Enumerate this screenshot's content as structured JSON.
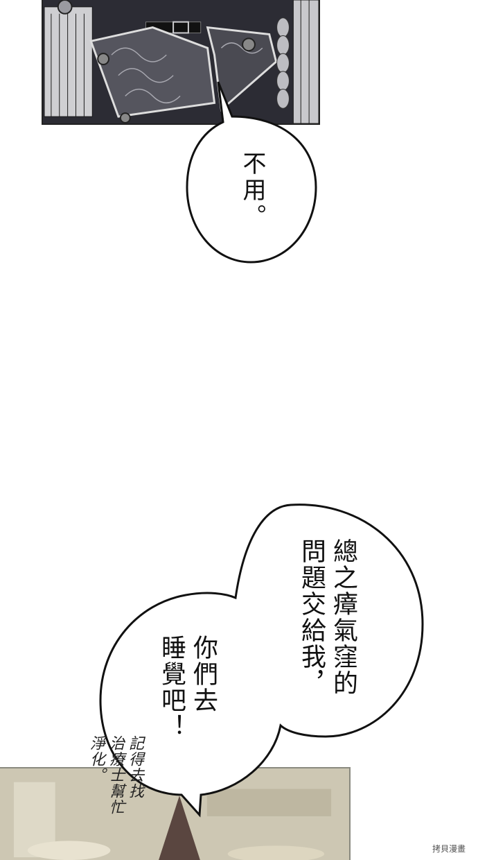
{
  "bubbles": {
    "refusal": {
      "text": "不用。"
    },
    "main_col_right": {
      "text": "總之瘴氣窪的\n問題交給我，"
    },
    "main_col_left": {
      "text": "你們去\n睡覺吧！"
    },
    "whisper": {
      "text": "記得去找\n治療士幫忙\n淨化。"
    }
  },
  "watermark": {
    "text": "拷貝漫畫"
  },
  "colors": {
    "ink": "#111111",
    "panel_dark": "#2a2a32",
    "panel_light": "#cfc9b6"
  }
}
